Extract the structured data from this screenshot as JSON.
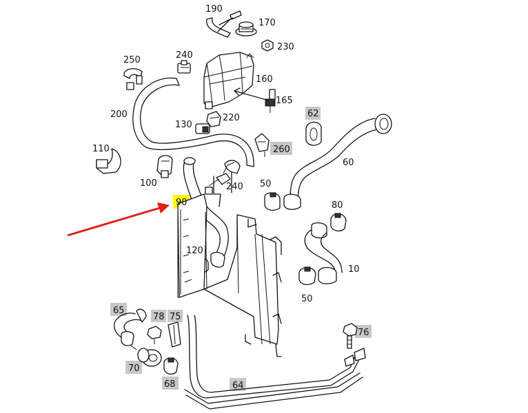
{
  "labels": {
    "p190": "190",
    "p170": "170",
    "p230": "230",
    "p240a": "240",
    "p250": "250",
    "p160": "160",
    "p165": "165",
    "p200": "200",
    "p130": "130",
    "p220": "220",
    "p62": "62",
    "p110": "110",
    "p260": "260",
    "p100": "100",
    "p240b": "240",
    "p50a": "50",
    "p60": "60",
    "p90": "90",
    "p80": "80",
    "p120": "120",
    "p10": "10",
    "p50b": "50",
    "p65": "65",
    "p78": "78",
    "p75": "75",
    "p76": "76",
    "p70": "70",
    "p68": "68",
    "p64": "64"
  },
  "colors": {
    "line": "#111111",
    "gray_tag": "#c8c8c8",
    "highlight_tag": "#ffff00",
    "arrow": "#e0201c"
  }
}
